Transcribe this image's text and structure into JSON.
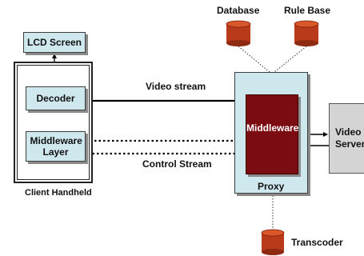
{
  "client": {
    "title": "Client Handheld",
    "lcd_label": "LCD Screen",
    "decoder_label": "Decoder",
    "middleware_layer_label": "Middleware Layer"
  },
  "proxy": {
    "title": "Proxy",
    "middleware_label": "Middleware"
  },
  "video_server_label": "Video Server",
  "databases": {
    "database_label": "Database",
    "rule_base_label": "Rule Base",
    "transcoder_label": "Transcoder"
  },
  "streams": {
    "video_stream_label": "Video stream",
    "control_stream_label": "Control Stream"
  },
  "colors": {
    "box_fill": "#cfe8ee",
    "middleware_fill": "#7a0c12",
    "cylinder_fill": "#b83a1a"
  }
}
